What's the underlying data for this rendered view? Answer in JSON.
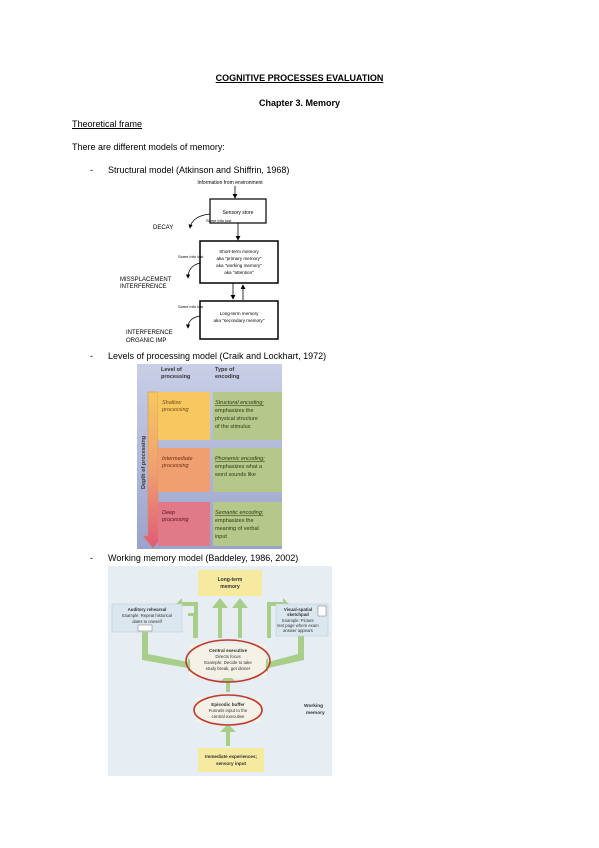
{
  "doc": {
    "title": "COGNITIVE PROCESSES EVALUATION",
    "chapter": "Chapter 3. Memory",
    "section": "Theoretical frame",
    "intro": "There are different models of memory:"
  },
  "bullets": [
    {
      "dash": "-",
      "text": "Structural model (Atkinson and Shiffrin, 1968)"
    },
    {
      "dash": "-",
      "text": "Levels of processing model (Craik and Lockhart, 1972)"
    },
    {
      "dash": "-",
      "text": "Working memory model (Baddeley, 1986, 2002)"
    }
  ],
  "fig1": {
    "input": "Information from environment",
    "sensory": "Sensory store",
    "sensory_lost": "Some info lost",
    "short": [
      "Short-term memory",
      "aka \"primary memory\"",
      "aka \"working memory\"",
      "aka \"attention\""
    ],
    "short_lost": "Some info lost",
    "long": [
      "Long-term memory",
      "aka \"secondary memory\""
    ],
    "long_lost": "Some info lost",
    "decay": "DECAY",
    "misplacement": "MISSPLACEMENT",
    "interference": "INTERFERENCE",
    "interference2": "INTERFERENCE",
    "organic": "ORGANIC IMP"
  },
  "fig2": {
    "col1": [
      "Level of",
      "processing"
    ],
    "col2": [
      "Type of",
      "encoding"
    ],
    "axis": "Depth of processing",
    "rows": [
      {
        "level": [
          "Shallow",
          "processing"
        ],
        "title": "Structural encoding:",
        "desc": [
          "emphasizes the",
          "physical structure",
          "of the stimulus"
        ]
      },
      {
        "level": [
          "Intermediate",
          "processing"
        ],
        "title": "Phonemic encoding:",
        "desc": [
          "emphasizes what a",
          "word sounds like"
        ]
      },
      {
        "level": [
          "Deep",
          "processing"
        ],
        "title": "Semantic encoding:",
        "desc": [
          "emphasizes the",
          "meaning of verbal",
          "input"
        ]
      }
    ],
    "colors": {
      "bg": "#aeb6d6",
      "shallow": "#f6c85f",
      "intermediate": "#f0a070",
      "deep": "#e07a88",
      "green": "#b5c88a",
      "arrow": "#e86a7a"
    }
  },
  "fig3": {
    "ltm": [
      "Long-term",
      "memory"
    ],
    "auditory": [
      "Auditory rehearsal",
      "Example: Repeat historical",
      "dates to oneself"
    ],
    "visual": [
      "Visual-spatial",
      "sketchpad",
      "Example: Picture",
      "text page where exam",
      "answer appears"
    ],
    "central": [
      "Central executive",
      "Directs focus",
      "Example: Decide to take",
      "study break, get dinner"
    ],
    "episodic": [
      "Episodic buffer",
      "Funnels input to the",
      "central executive"
    ],
    "wm": [
      "Working",
      "memory"
    ],
    "sensory": [
      "Immediate experiences;",
      "sensory input"
    ],
    "colors": {
      "yellow": "#f6e9a0",
      "green": "#a8cf8a",
      "blue": "#dbe7ee",
      "red": "#c0392b"
    }
  }
}
